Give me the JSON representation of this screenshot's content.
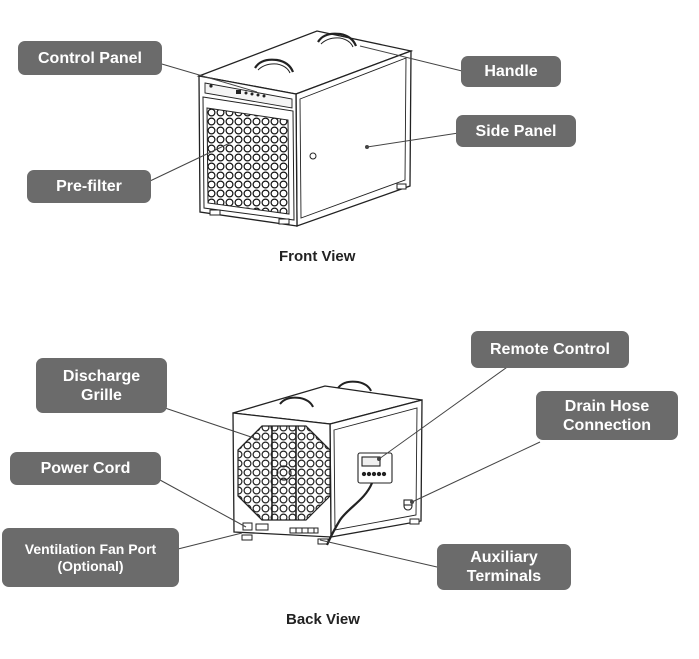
{
  "front_view": {
    "caption": "Front View",
    "labels": {
      "control_panel": "Control Panel",
      "handle": "Handle",
      "side_panel": "Side Panel",
      "pre_filter": "Pre-filter"
    }
  },
  "back_view": {
    "caption": "Back View",
    "labels": {
      "remote_control": "Remote Control",
      "discharge_grille": "Discharge\nGrille",
      "drain_hose_connection": "Drain Hose\nConnection",
      "power_cord": "Power Cord",
      "ventilation_fan_port": "Ventilation Fan Port\n(Optional)",
      "auxiliary_terminals": "Auxiliary\nTerminals"
    }
  },
  "colors": {
    "label_bg": "#6b6b6b",
    "label_text": "#ffffff",
    "line": "#333333"
  }
}
